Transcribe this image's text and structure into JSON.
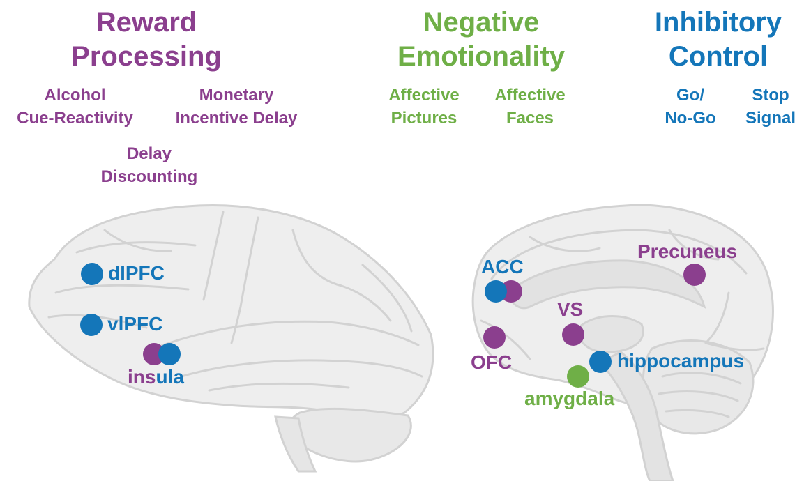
{
  "colors": {
    "reward": "#8B3F8E",
    "negative": "#6FAF47",
    "inhibitory": "#1476B9",
    "brain_fill": "#EEEEEE",
    "brain_line": "#D2D2D2"
  },
  "domains": {
    "reward": {
      "title": "Reward\nProcessing",
      "tasks": [
        "Alcohol\nCue-Reactivity",
        "Monetary\nIncentive Delay",
        "Delay\nDiscounting"
      ]
    },
    "negative": {
      "title": "Negative\nEmotionality",
      "tasks": [
        "Affective\nPictures",
        "Affective\nFaces"
      ]
    },
    "inhibitory": {
      "title": "Inhibitory\nControl",
      "tasks": [
        "Go/\nNo-Go",
        "Stop\nSignal"
      ]
    }
  },
  "regions": {
    "dlpfc": {
      "label": "dlPFC",
      "domains": [
        "inhibitory"
      ]
    },
    "vlpfc": {
      "label": "vlPFC",
      "domains": [
        "inhibitory"
      ]
    },
    "insula": {
      "label_part1": "ins",
      "label_part2": "ula",
      "domains": [
        "reward",
        "inhibitory"
      ]
    },
    "acc": {
      "label": "ACC",
      "domains": [
        "inhibitory",
        "reward"
      ]
    },
    "precuneus": {
      "label": "Precuneus",
      "domains": [
        "reward"
      ]
    },
    "vs": {
      "label": "VS",
      "domains": [
        "reward"
      ]
    },
    "ofc": {
      "label": "OFC",
      "domains": [
        "reward"
      ]
    },
    "hippocampus": {
      "label": "hippocampus",
      "domains": [
        "inhibitory"
      ]
    },
    "amygdala": {
      "label": "amygdala",
      "domains": [
        "negative"
      ]
    }
  }
}
